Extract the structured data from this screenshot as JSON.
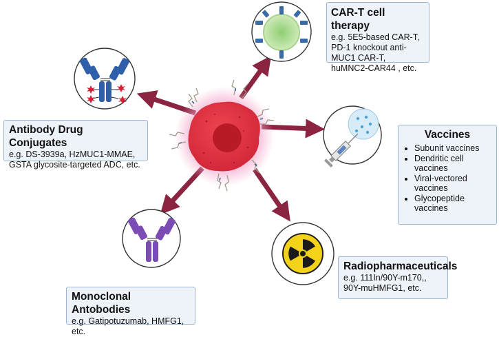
{
  "therapies": {
    "car_t": {
      "title": "CAR-T cell therapy",
      "text": "e.g. 5E5-based CAR-T, PD-1 knockout anti-MUC1 CAR-T, huMNC2-CAR44 , etc."
    },
    "adc": {
      "title": "Antibody Drug Conjugates",
      "text": "e.g. DS-3939a, HzMUC1-MMAE, GSTA glycosite-targeted ADC, etc."
    },
    "vaccines": {
      "title": "Vaccines",
      "items": [
        "Subunit vaccines",
        "Dendritic cell vaccines",
        "Viral-vectored vaccines",
        "Glycopeptide vaccines"
      ]
    },
    "radio": {
      "title": "Radiopharmaceuticals",
      "text": "e.g. 111In/90Y-m170,, 90Y-muHMFG1, etc."
    },
    "mab": {
      "title": "Monoclonal Antobodies",
      "text": "e.g. Gatipotuzumab, HMFG1, etc."
    }
  },
  "colors": {
    "arrow": "#8a2440",
    "tumor": "#d92b3a",
    "tumor_glow": "#f3a3c9",
    "antibody_adc": "#2f5fa8",
    "antibody_mab": "#7b4cb3",
    "car_t_cell": "#b6df9f",
    "radiation_yellow": "#f3d21a",
    "box_fill": "#eef3fa",
    "box_border": "#9cb4d6"
  },
  "icons": [
    "tumor-cell-icon",
    "car-t-cell-icon",
    "adc-antibody-icon",
    "vaccine-syringe-icon",
    "radiation-icon",
    "monoclonal-antibody-icon"
  ]
}
